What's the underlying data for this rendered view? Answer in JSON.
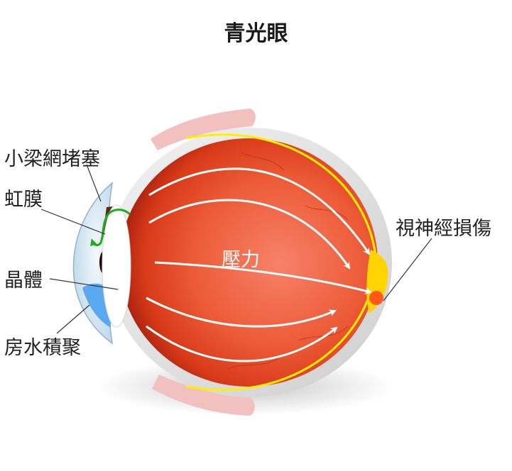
{
  "title": "青光眼",
  "labels": {
    "trabecular_meshwork": "小梁網堵塞",
    "iris": "虹膜",
    "lens": "晶體",
    "aqueous_accumulation": "房水積聚",
    "optic_nerve_damage": "視神經損傷",
    "pressure": "壓力"
  },
  "colors": {
    "eyeball": "#e8451f",
    "eyeball_dark": "#a8210f",
    "eyeball_center": "#f7826a",
    "sclera": "#e6e6e6",
    "retina_line": "#ffee00",
    "optic_disc": "#ffd400",
    "cornea": "#dcecf6",
    "aqueous": "#5aa8f0",
    "flow_arrow": "#22aa22",
    "pressure_arrows": "#ffffff",
    "eyelid": "#f3c0c0",
    "leader_lines": "#333333"
  }
}
